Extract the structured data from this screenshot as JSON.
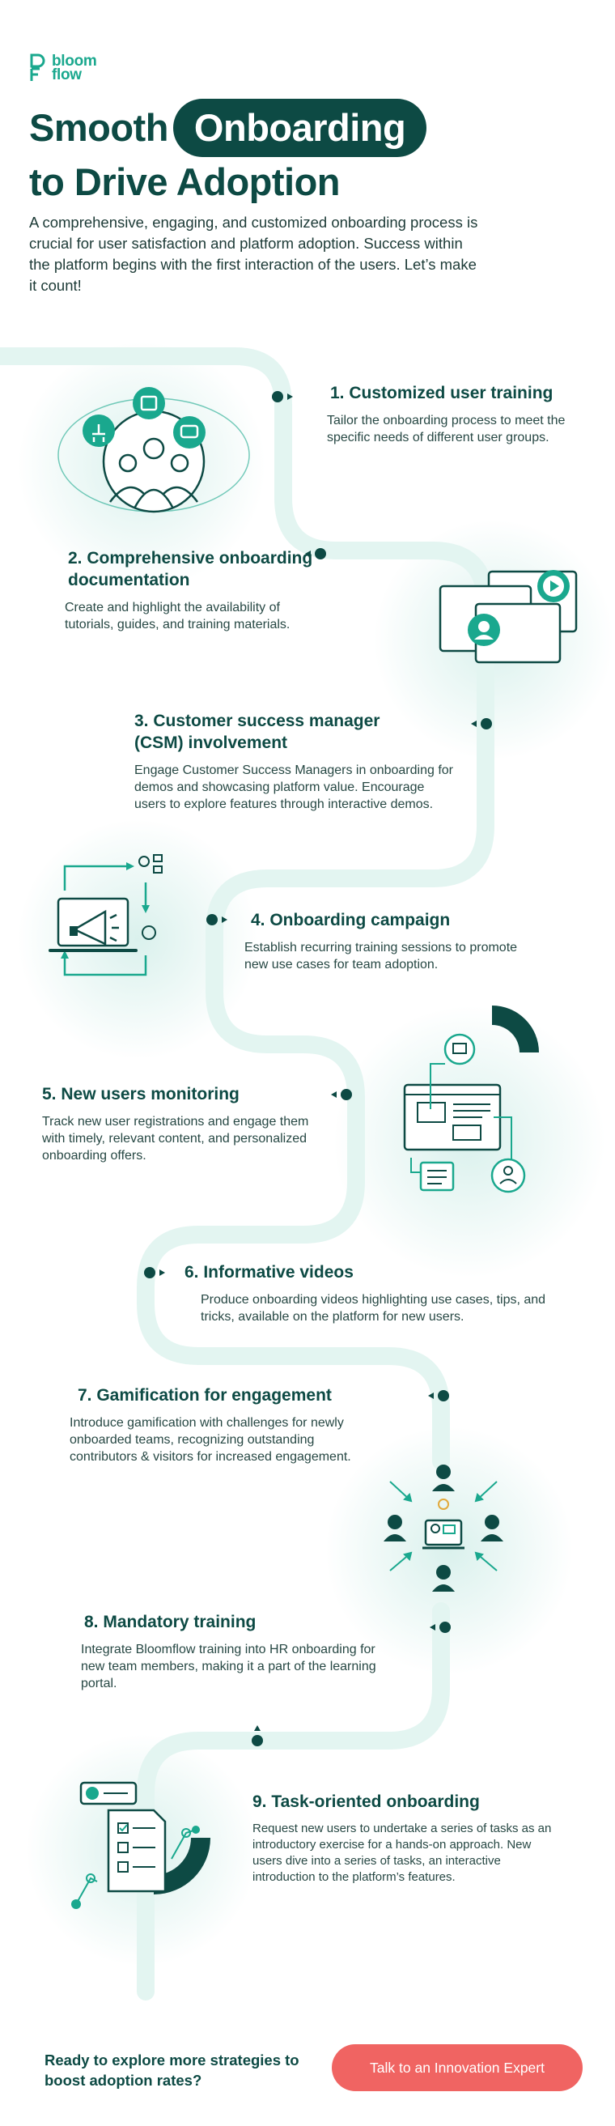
{
  "brand": {
    "logo_line1": "bloom",
    "logo_line2": "flow"
  },
  "header": {
    "title_part1": "Smooth",
    "title_highlight": "Onboarding",
    "title_part2": "to Drive Adoption",
    "intro": "A comprehensive, engaging, and customized onboarding process is crucial for user satisfaction and platform adoption. Success within the platform begins with the first interaction of the users. Let’s make it count!"
  },
  "steps": [
    {
      "title": "1. Customized user training",
      "desc": "Tailor the onboarding process to meet the specific needs of different user groups."
    },
    {
      "title": "2. Comprehensive onboarding documentation",
      "desc": "Create and highlight the availability of tutorials, guides, and training materials."
    },
    {
      "title": "3. Customer success manager (CSM) involvement",
      "desc": "Engage Customer Success Managers in onboarding for demos and showcasing platform value. Encourage users to explore features through interactive demos."
    },
    {
      "title": "4. Onboarding campaign",
      "desc": "Establish recurring training sessions to promote new use cases for team adoption."
    },
    {
      "title": "5. New users monitoring",
      "desc": "Track new user registrations and engage them with timely, relevant content, and personalized onboarding offers."
    },
    {
      "title": "6. Informative videos",
      "desc": "Produce onboarding videos highlighting use cases, tips, and tricks, available on the platform for new users."
    },
    {
      "title": "7. Gamification for engagement",
      "desc": "Introduce gamification with challenges for newly onboarded teams, recognizing outstanding contributors & visitors for increased engagement."
    },
    {
      "title": "8. Mandatory training",
      "desc": "Integrate Bloomflow training into HR onboarding for new team members, making it a part of the learning portal."
    },
    {
      "title": "9. Task-oriented onboarding",
      "desc": "Request new users to undertake a series of tasks as an introductory exercise for a hands-on approach. New users dive into a series of tasks, an interactive introduction to the platform’s features."
    }
  ],
  "cta": {
    "text": "Ready to explore more strategies to boost adoption rates?",
    "button": "Talk to an Innovation Expert"
  },
  "colors": {
    "dark": "#0d4a44",
    "accent": "#1aa88e",
    "path": "#e3f5f1",
    "cta": "#f06462"
  }
}
